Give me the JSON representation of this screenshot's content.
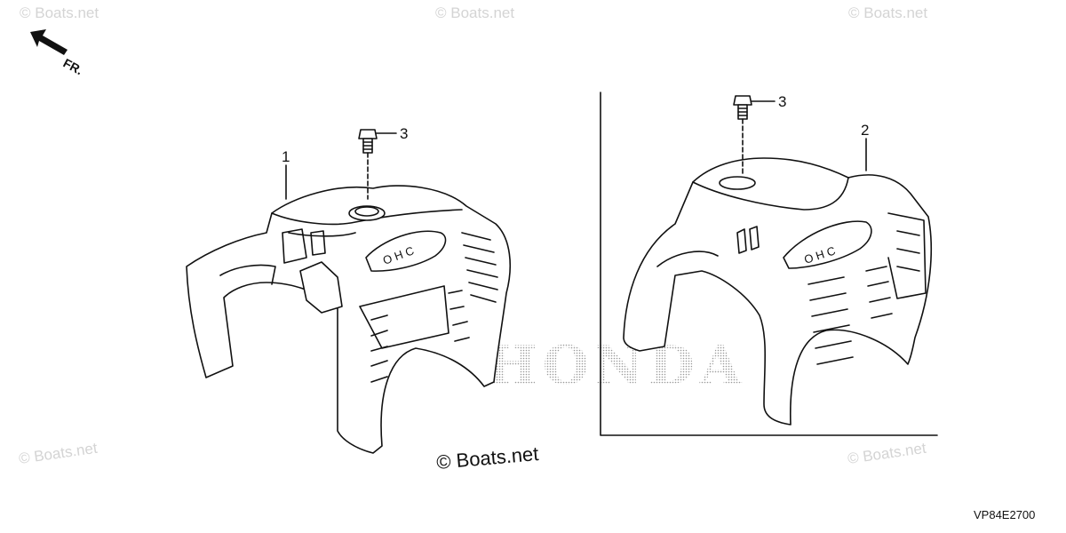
{
  "watermarks": {
    "top_left": "© Boats.net",
    "top_center": "© Boats.net",
    "top_right": "© Boats.net",
    "bottom_left": "© Boats.net",
    "bottom_right": "© Boats.net",
    "center": "© Boats.net"
  },
  "direction": {
    "label": "FR."
  },
  "background_logo": "HONDA",
  "callouts": {
    "part_1": "1",
    "part_2": "2",
    "bolt_left": "3",
    "bolt_right": "3"
  },
  "drawing_code": "VP84E2700"
}
